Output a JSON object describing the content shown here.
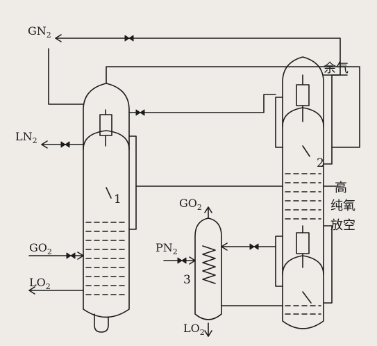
{
  "labels": {
    "gn2": "GN",
    "gn2_sub": "2",
    "ln2": "LN",
    "ln2_sub": "2",
    "go2_left": "GO",
    "go2_left_sub": "2",
    "lo2_left": "LO",
    "lo2_left_sub": "2",
    "go2_top": "GO",
    "go2_top_sub": "2",
    "pn2": "PN",
    "pn2_sub": "2",
    "lo2_bottom": "LO",
    "lo2_bottom_sub": "2",
    "num1": "1",
    "num2": "2",
    "num3": "3",
    "residual_gas": "余气",
    "high_purity_1": "高",
    "high_purity_2": "纯氧",
    "vent_air": "放空"
  },
  "colors": {
    "line": "#1c1c1c",
    "background": "#efece7"
  }
}
